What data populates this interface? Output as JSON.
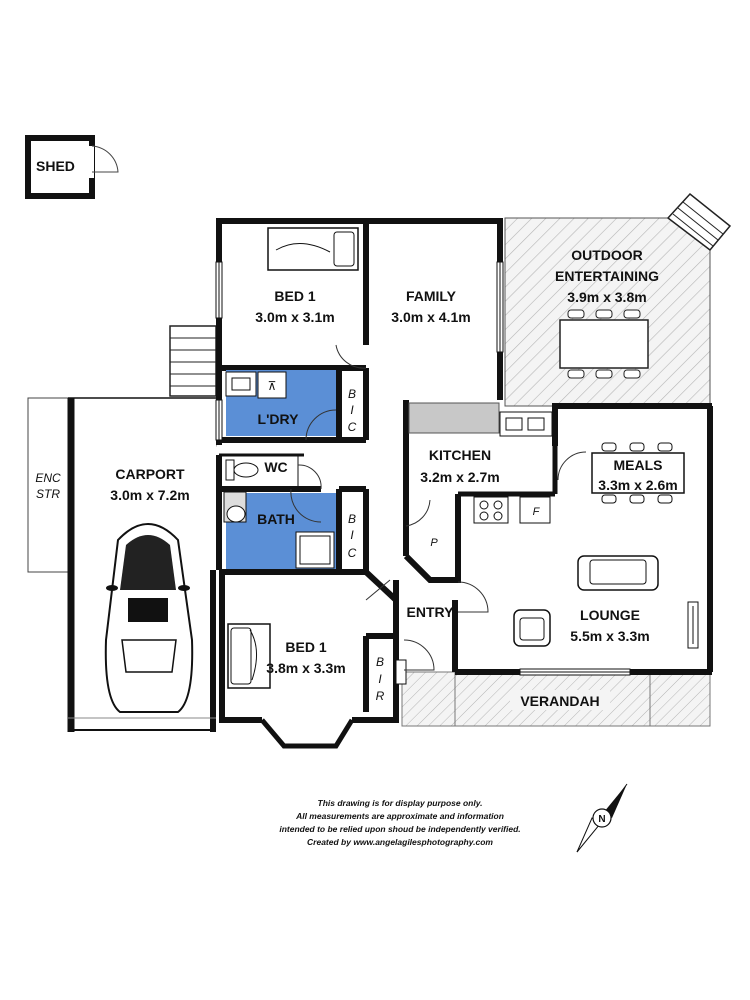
{
  "rooms": {
    "shed": {
      "label": "SHED"
    },
    "bed1_top": {
      "label": "BED 1",
      "dims": "3.0m x 3.1m"
    },
    "family": {
      "label": "FAMILY",
      "dims": "3.0m x 4.1m"
    },
    "outdoor": {
      "label_line1": "OUTDOOR",
      "label_line2": "ENTERTAINING",
      "dims": "3.9m x 3.8m"
    },
    "laundry": {
      "label": "L'DRY"
    },
    "wc": {
      "label": "WC"
    },
    "bath": {
      "label": "BATH"
    },
    "kitchen": {
      "label": "KITCHEN",
      "dims": "3.2m x 2.7m"
    },
    "meals": {
      "label": "MEALS",
      "dims": "3.3m x 2.6m"
    },
    "carport": {
      "label": "CARPORT",
      "dims": "3.0m x 7.2m"
    },
    "enc_str": {
      "line1": "ENC",
      "line2": "STR"
    },
    "entry": {
      "label": "ENTRY"
    },
    "lounge": {
      "label": "LOUNGE",
      "dims": "5.5m x 3.3m"
    },
    "bed1_bottom": {
      "label": "BED 1",
      "dims": "3.8m x 3.3m"
    },
    "verandah": {
      "label": "VERANDAH"
    }
  },
  "cupboards": {
    "bic_upper": [
      "B",
      "I",
      "C"
    ],
    "bic_lower": [
      "B",
      "I",
      "C"
    ],
    "bir": [
      "B",
      "I",
      "R"
    ],
    "pantry": "P",
    "fridge": "F"
  },
  "compass": {
    "letter": "N"
  },
  "disclaimer": {
    "line1": "This drawing is for display purpose only.",
    "line2": "All measurements are approximate and information",
    "line3": "intended to be relied upon shoud be independently verified.",
    "line4": "Created by www.angelagilesphotography.com"
  },
  "colors": {
    "wall": "#111111",
    "wet_area": "#5b8fd6",
    "hatch": "#b8b8b8",
    "outdoor_fill": "#f2f2f2"
  }
}
